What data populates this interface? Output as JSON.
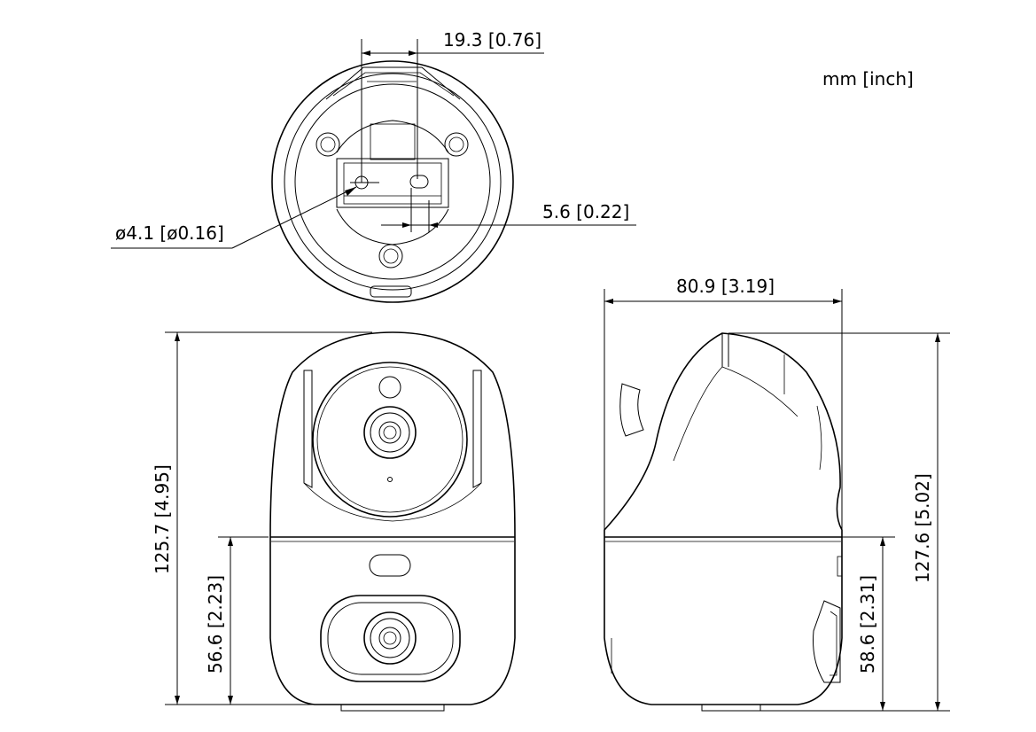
{
  "units_note": "mm [inch]",
  "top_view": {
    "slot_width_label": "19.3 [0.76]",
    "hole_offset_label": "5.6 [0.22]",
    "hole_diameter_label": "ø4.1 [ø0.16]"
  },
  "front_view": {
    "total_height_label": "125.7 [4.95]",
    "base_height_label": "56.6 [2.23]"
  },
  "side_view": {
    "depth_label": "80.9 [3.19]",
    "total_height_label": "127.6 [5.02]",
    "base_height_label": "58.6 [2.31]"
  }
}
